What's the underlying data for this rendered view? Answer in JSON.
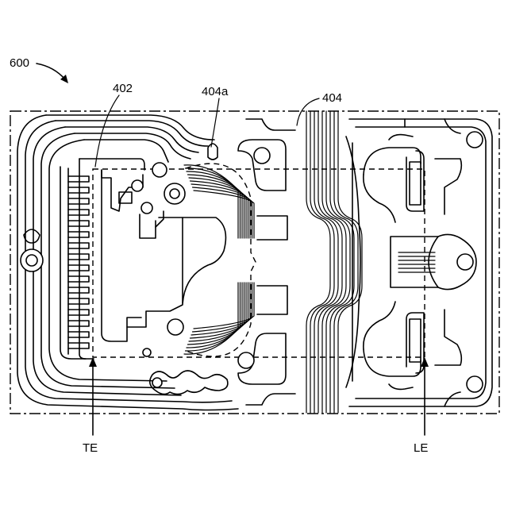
{
  "figure": {
    "labels": {
      "figure_number": "600",
      "ref_402": "402",
      "ref_404a": "404a",
      "ref_404": "404",
      "ref_te": "TE",
      "ref_le": "LE"
    }
  }
}
